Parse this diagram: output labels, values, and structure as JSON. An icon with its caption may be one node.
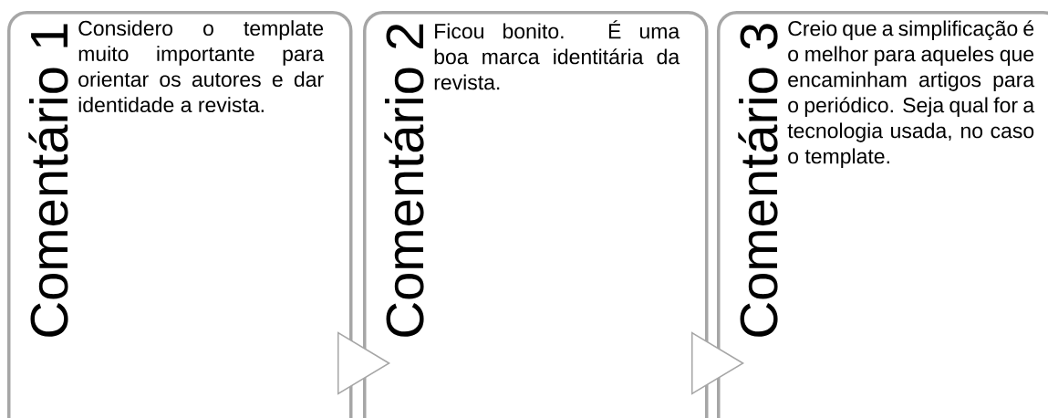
{
  "diagram": {
    "nodes": [
      {
        "text": [
          "Comentário 1",
          "Considero o template muito importante para orientar os autores e dar identidade a revista."
        ]
      },
      {
        "text": [
          "Comentário 2",
          "Ficou bonito. É uma boa marca identitária da revista."
        ]
      },
      {
        "text": [
          "Comentário 3",
          "Creio que a simplificação é o melhor para aqueles que encaminham artigos para o periódico. Seja qual for a tecnologia usada, no caso o template."
        ]
      }
    ],
    "edges": [
      {
        "from": 0,
        "to": 1,
        "arrow": "to"
      },
      {
        "from": 1,
        "to": 2,
        "arrow": "to"
      }
    ]
  }
}
